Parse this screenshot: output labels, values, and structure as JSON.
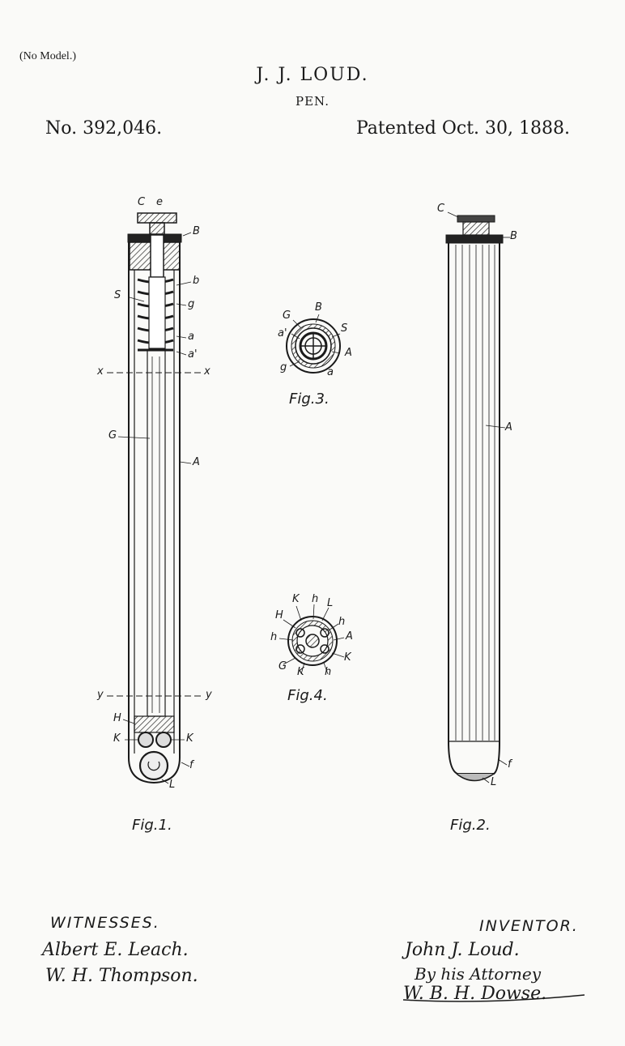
{
  "header": {
    "no_model": "(No Model.)",
    "inventor": "J. J. LOUD.",
    "title": "PEN.",
    "patent_no": "No. 392,046.",
    "patent_date": "Patented Oct. 30, 1888."
  },
  "figures": {
    "fig1": {
      "caption": "Fig.1.",
      "labels": {
        "C": "C",
        "e": "e",
        "B": "B",
        "b": "b",
        "S": "S",
        "g": "g",
        "a": "a",
        "a1": "a'",
        "x_left": "x",
        "x_right": "x",
        "G": "G",
        "A": "A",
        "y_left": "y",
        "y_right": "y",
        "H": "H",
        "K_left": "K",
        "K_right": "K",
        "f": "f",
        "L": "L"
      }
    },
    "fig2": {
      "caption": "Fig.2.",
      "labels": {
        "C": "C",
        "B": "B",
        "A": "A",
        "f": "f",
        "L": "L"
      }
    },
    "fig3": {
      "caption": "Fig.3.",
      "labels": {
        "G": "G",
        "B": "B",
        "a1": "a'",
        "S": "S",
        "A": "A",
        "g": "g",
        "a": "a"
      }
    },
    "fig4": {
      "caption": "Fig.4.",
      "labels": {
        "K1": "K",
        "h1": "h",
        "L": "L",
        "H": "H",
        "h2": "h",
        "h3": "h",
        "A": "A",
        "K2": "K",
        "G": "G",
        "K3": "K",
        "h4": "h"
      }
    }
  },
  "witnesses": {
    "heading": "WITNESSES.",
    "names": [
      "Albert E. Leach.",
      "W. H. Thompson."
    ]
  },
  "inventor_block": {
    "heading": "INVENTOR.",
    "signature": "John J. Loud.",
    "by_line": "By his Attorney",
    "attorney": "W. B. H. Dowse."
  }
}
